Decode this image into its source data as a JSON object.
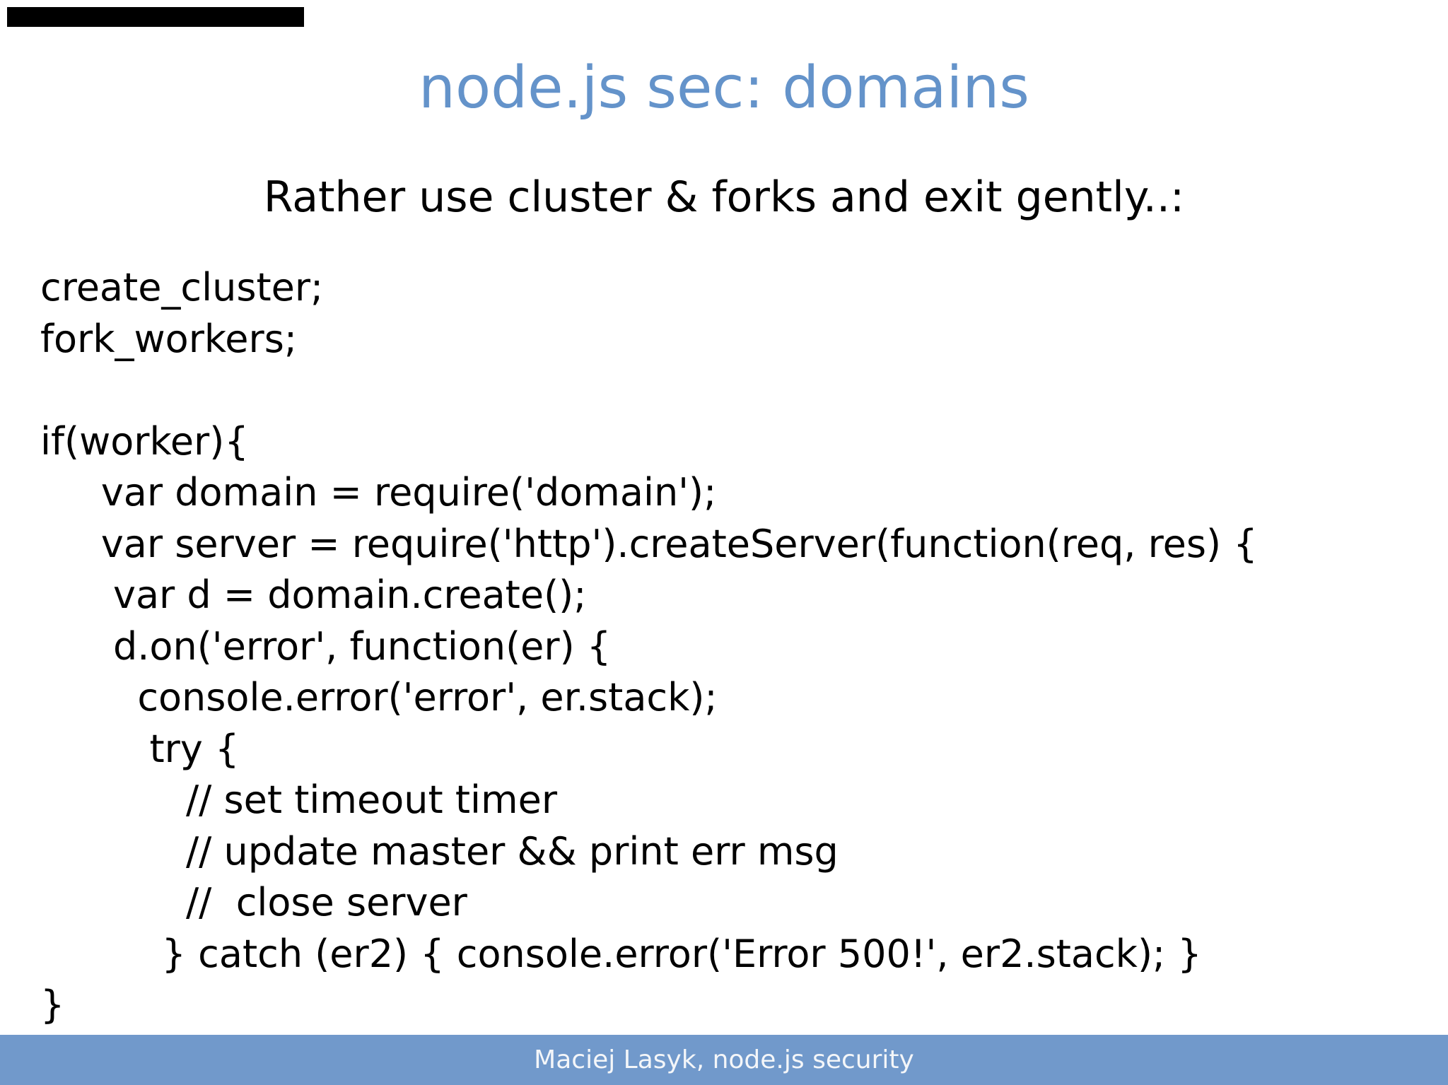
{
  "slide": {
    "title": "node.js sec: domains",
    "subtitle": "Rather use cluster & forks and exit gently..:",
    "code": "create_cluster;\nfork_workers;\n\nif(worker){\n     var domain = require('domain');\n     var server = require('http').createServer(function(req, res) {\n      var d = domain.create();\n      d.on('error', function(er) {\n        console.error('error', er.stack);\n         try {\n            // set timeout timer\n            // update master && print err msg\n            //  close server\n          } catch (er2) { console.error('Error 500!', er2.stack); }\n}",
    "footer": "Maciej Lasyk, node.js security",
    "colors": {
      "title_text": "#6493ca",
      "body_text": "#000000",
      "footer_bar": "#7199cb",
      "footer_text": "#f4f6f9",
      "background": "#ffffff"
    }
  }
}
